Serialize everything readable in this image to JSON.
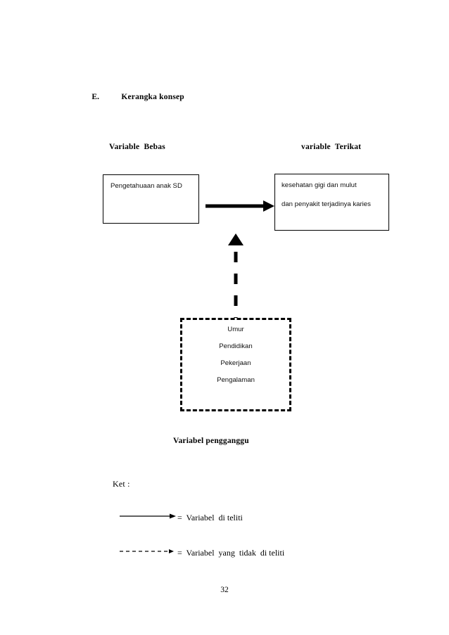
{
  "document": {
    "page_number": "32",
    "heading": {
      "letter": "E.",
      "title": "Kerangka konsep"
    },
    "column_labels": {
      "left": "Variable  Bebas",
      "right": "variable  Terikat"
    },
    "independent_box": {
      "text": "Pengetahuaan anak SD"
    },
    "dependent_box": {
      "line_1": "kesehatan gigi dan mulut",
      "line_2": "dan penyakit terjadinya karies"
    },
    "confounding_box": {
      "items": [
        "Umur",
        "Pendidikan",
        "Pekerjaan",
        "Pengalaman"
      ],
      "caption": "Variabel pengganggu"
    },
    "legend": {
      "title": "Ket :",
      "entries": [
        {
          "line_style": "solid-arrow",
          "text": "=  Variabel  di teliti"
        },
        {
          "line_style": "dashed-arrow",
          "text": "=  Variabel  yang  tidak  di teliti"
        }
      ]
    },
    "colors": {
      "ink": "#000000",
      "paper": "#ffffff"
    }
  }
}
